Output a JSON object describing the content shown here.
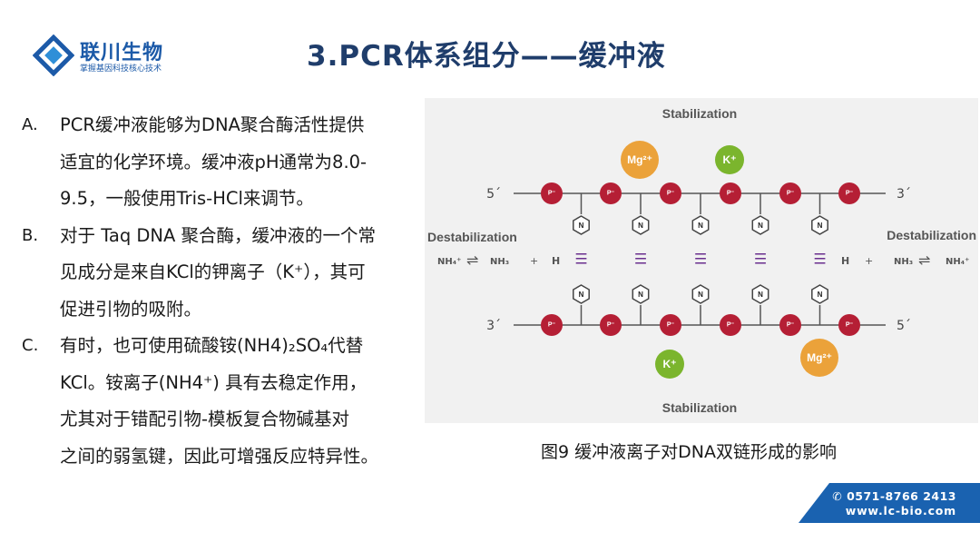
{
  "logo": {
    "name": "联川生物",
    "tagline": "掌握基因科技核心技术"
  },
  "title": "3.PCR体系组分——缓冲液",
  "list": [
    {
      "marker": "A.",
      "lines": [
        "PCR缓冲液能够为DNA聚合酶活性提供",
        "适宜的化学环境。缓冲液pH通常为8.0-",
        "9.5，一般使用Tris-HCl来调节。"
      ]
    },
    {
      "marker": "B.",
      "lines": [
        "对于 Taq DNA 聚合酶，缓冲液的一个常",
        "见成分是来自KCl的钾离子（K⁺），其可",
        "促进引物的吸附。"
      ]
    },
    {
      "marker": "C.",
      "lines": [
        "有时，也可使用硫酸铵(NH4)₂SO₄代替",
        "KCl。铵离子(NH4⁺) 具有去稳定作用，",
        "尤其对于错配引物-模板复合物碱基对",
        "之间的弱氢键，因此可增强反应特异性。"
      ]
    }
  ],
  "figure": {
    "stabilization_top": "Stabilization",
    "stabilization_bottom": "Stabilization",
    "destabilization_left": "Destabilization",
    "destabilization_right": "Destabilization",
    "strand_top_left": "5´",
    "strand_top_right": "3´",
    "strand_bottom_left": "3´",
    "strand_bottom_right": "5´",
    "phosphate": "P⁻",
    "base": "N",
    "bond": "☰",
    "mg_ion": "Mg²⁺",
    "k_ion": "K⁺",
    "ammonium": "NH₄⁺",
    "ammonia": "NH₃",
    "plus": "+",
    "hydrogen": "H",
    "eq_arrow": "⇌",
    "colors": {
      "phosphate": "#b51f35",
      "mg": "#eba23a",
      "k": "#7bb52d",
      "line": "#555555"
    }
  },
  "caption": "图9  缓冲液离子对DNA双链形成的影响",
  "contact": {
    "phone": "✆ 0571-8766 2413",
    "website": "www.lc-bio.com"
  }
}
